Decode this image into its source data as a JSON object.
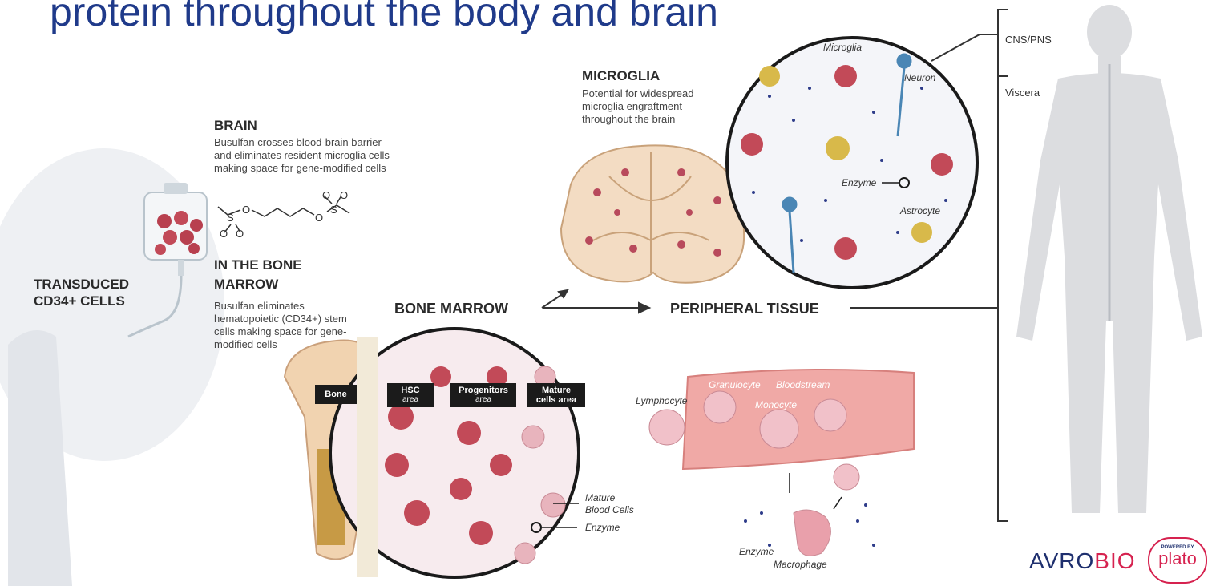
{
  "title": "protein throughout the body and brain",
  "patient": {
    "label_line1": "TRANSDUCED",
    "label_line2": "CD34+ CELLS"
  },
  "brain_section": {
    "heading": "BRAIN",
    "desc_line1": "Busulfan crosses blood-brain barrier",
    "desc_line2": "and eliminates resident microglia cells",
    "desc_line3": "making space for gene-modified cells",
    "molecule": {
      "o1": "O",
      "s1": "S",
      "o2": "O",
      "o3": "O",
      "o4": "O",
      "s2": "S",
      "o5": "O",
      "o6": "O"
    }
  },
  "bone_marrow_section": {
    "heading_line1": "IN THE BONE",
    "heading_line2": "MARROW",
    "desc_line1": "Busulfan eliminates",
    "desc_line2": "hematopoietic (CD34+) stem",
    "desc_line3": "cells making space for gene-",
    "desc_line4": "modified cells"
  },
  "flow": {
    "bone_marrow": "BONE MARROW",
    "peripheral_tissue": "PERIPHERAL TISSUE"
  },
  "microglia_section": {
    "heading": "MICROGLIA",
    "desc_line1": "Potential for widespread",
    "desc_line2": "microglia engraftment",
    "desc_line3": "throughout the brain"
  },
  "brain_inset_labels": {
    "microglia": "Microglia",
    "neuron": "Neuron",
    "enzyme": "Enzyme",
    "astrocyte": "Astrocyte"
  },
  "marrow_labels": {
    "bone": "Bone",
    "hsc": "HSC",
    "hsc_sub": "area",
    "progenitors": "Progenitors",
    "progenitors_sub": "area",
    "mature": "Mature",
    "mature_sub": "cells area",
    "mature_blood_line1": "Mature",
    "mature_blood_line2": "Blood Cells",
    "enzyme": "Enzyme"
  },
  "vessel_labels": {
    "lymphocyte": "Lymphocyte",
    "granulocyte": "Granulocyte",
    "bloodstream": "Bloodstream",
    "monocyte": "Monocyte",
    "enzyme": "Enzyme",
    "macrophage": "Macrophage"
  },
  "body_labels": {
    "cns_pns": "CNS/PNS",
    "viscera": "Viscera"
  },
  "logo": {
    "brand_prefix": "AVRO",
    "brand_suffix": "BIO",
    "powered_by": "POWERED BY",
    "platform": "plato"
  },
  "colors": {
    "title": "#1f3a8a",
    "brand_navy": "#1e2f6e",
    "brand_red": "#d6224f",
    "cell_pink": "#c9576b"
  }
}
